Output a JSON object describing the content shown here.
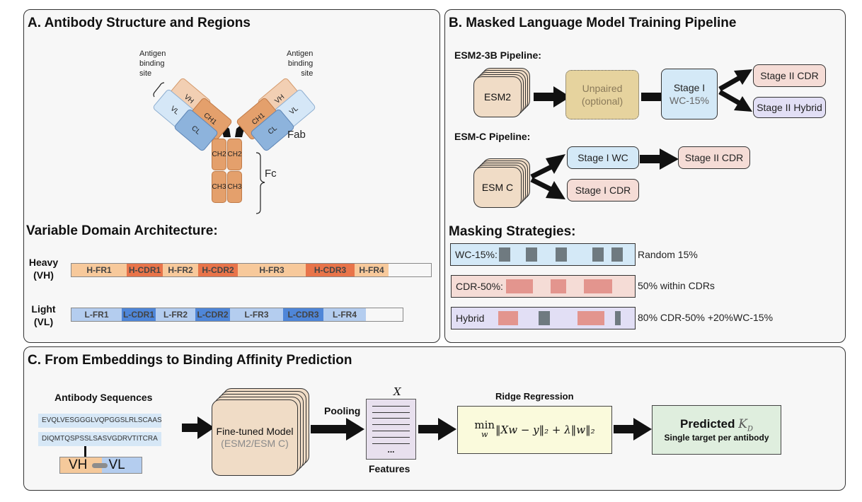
{
  "panelA": {
    "title": "A. Antibody Structure and Regions",
    "antibody": {
      "antigen_site_label_line1": "Antigen",
      "antigen_site_label_line2": "binding",
      "antigen_site_label_line3": "site",
      "domains": {
        "vh": "VH",
        "vl": "VL",
        "ch1": "CH1",
        "cl": "CL",
        "ch2": "CH2",
        "ch3": "CH3"
      },
      "fab_label": "Fab",
      "fc_label": "Fc"
    },
    "architecture_title": "Variable Domain Architecture:",
    "heavy": {
      "label_line1": "Heavy",
      "label_line2": "(VH)",
      "segments": [
        {
          "name": "H-FR1",
          "type": "fr"
        },
        {
          "name": "H-CDR1",
          "type": "cdr"
        },
        {
          "name": "H-FR2",
          "type": "fr"
        },
        {
          "name": "H-CDR2",
          "type": "cdr"
        },
        {
          "name": "H-FR3",
          "type": "fr"
        },
        {
          "name": "H-CDR3",
          "type": "cdr"
        },
        {
          "name": "H-FR4",
          "type": "fr"
        }
      ]
    },
    "light": {
      "label_line1": "Light",
      "label_line2": "(VL)",
      "segments": [
        {
          "name": "L-FR1",
          "type": "fr"
        },
        {
          "name": "L-CDR1",
          "type": "cdr"
        },
        {
          "name": "L-FR2",
          "type": "fr"
        },
        {
          "name": "L-CDR2",
          "type": "cdr"
        },
        {
          "name": "L-FR3",
          "type": "fr"
        },
        {
          "name": "L-CDR3",
          "type": "cdr"
        },
        {
          "name": "L-FR4",
          "type": "fr"
        }
      ]
    },
    "colors": {
      "heavy_fr": "#f7c99b",
      "heavy_cdr": "#e8744a",
      "light_fr": "#b4cdef",
      "light_cdr": "#4f86d8"
    }
  },
  "panelB": {
    "title": "B. Masked Language Model Training Pipeline",
    "esm2_pipeline": {
      "title": "ESM2-3B Pipeline:",
      "base_model": "ESM2",
      "unpaired_line1": "Unpaired",
      "unpaired_line2": "(optional)",
      "stage1_line1": "Stage I",
      "stage1_line2": "WC-15%",
      "stage2_cdr": "Stage II CDR",
      "stage2_hybrid": "Stage II Hybrid"
    },
    "esmc_pipeline": {
      "title": "ESM-C Pipeline:",
      "base_model": "ESM C",
      "stage1_wc": "Stage I WC",
      "stage2_cdr": "Stage II CDR",
      "stage1_cdr": "Stage I CDR"
    },
    "masking": {
      "title": "Masking Strategies:",
      "rows": [
        {
          "label": "WC-15%:",
          "description": "Random 15%"
        },
        {
          "label": "CDR-50%:",
          "description": "50% within CDRs"
        },
        {
          "label": "Hybrid",
          "description": "80% CDR-50% +20%WC-15%"
        }
      ]
    }
  },
  "panelC": {
    "title": "C. From Embeddings to Binding Affinity Prediction",
    "sequences_title": "Antibody Sequences",
    "heavy_sequence": "EVQLVESGGGLVQPGGSLRLSCAAS",
    "light_sequence": "DIQMTQSPSSLSASVGDRVTITCRA",
    "pair_vh": "VH",
    "pair_vl": "VL",
    "model_line1": "Fine-tuned Model",
    "model_line2": "(ESM2/ESM C)",
    "pooling_label": "Pooling",
    "features_symbol": "X",
    "features_ellipsis": "...",
    "features_label": "Features",
    "ridge_title": "Ridge Regression",
    "ridge_formula_min": "min",
    "ridge_formula_sub": "w",
    "ridge_formula_body": "‖Xw − y‖₂ +  λ‖w‖₂",
    "predicted_label": "Predicted",
    "predicted_symbol": "K",
    "predicted_symbol_sub": "D",
    "predicted_subtitle": "Single target per antibody"
  }
}
